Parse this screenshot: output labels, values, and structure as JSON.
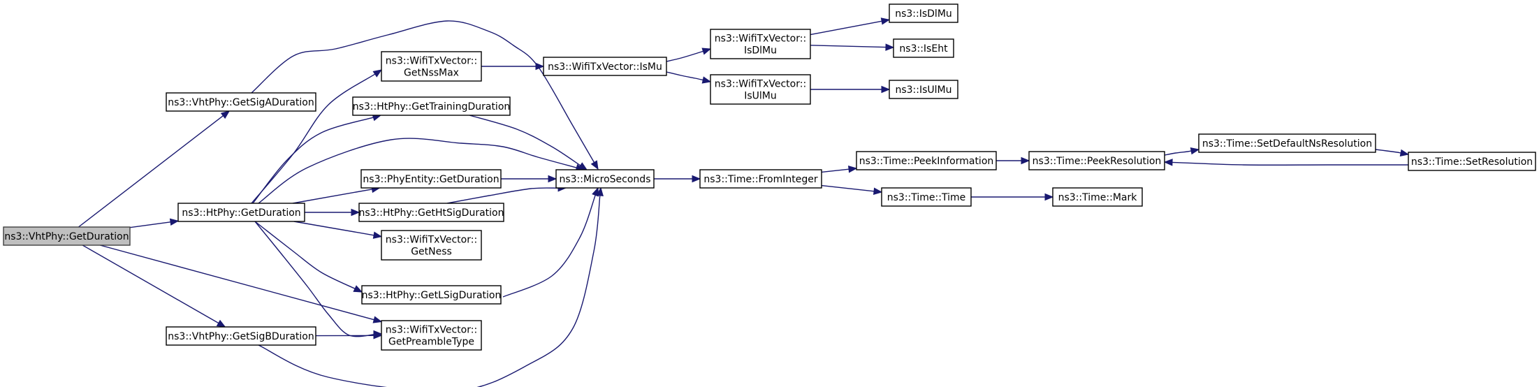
{
  "diagram": {
    "type": "call-graph",
    "edge_color": "#191970",
    "root_fill": "#bfbfbf",
    "nodes": [
      {
        "id": "vht_getduration",
        "lines": [
          "ns3::VhtPhy::GetDuration"
        ],
        "root": true
      },
      {
        "id": "vht_getsigaduration",
        "lines": [
          "ns3::VhtPhy::GetSigADuration"
        ]
      },
      {
        "id": "ht_getduration",
        "lines": [
          "ns3::HtPhy::GetDuration"
        ]
      },
      {
        "id": "vht_getsigbduration",
        "lines": [
          "ns3::VhtPhy::GetSigBDuration"
        ]
      },
      {
        "id": "txv_getnssmax",
        "lines": [
          "ns3::WifiTxVector::",
          "GetNssMax"
        ]
      },
      {
        "id": "ht_gettrainingduration",
        "lines": [
          "ns3::HtPhy::GetTrainingDuration"
        ]
      },
      {
        "id": "phyentity_getduration",
        "lines": [
          "ns3::PhyEntity::GetDuration"
        ]
      },
      {
        "id": "ht_gethtsigduration",
        "lines": [
          "ns3::HtPhy::GetHtSigDuration"
        ]
      },
      {
        "id": "txv_getness",
        "lines": [
          "ns3::WifiTxVector::",
          "GetNess"
        ]
      },
      {
        "id": "ht_getlsigduration",
        "lines": [
          "ns3::HtPhy::GetLSigDuration"
        ]
      },
      {
        "id": "txv_getpreambletype",
        "lines": [
          "ns3::WifiTxVector::",
          "GetPreambleType"
        ]
      },
      {
        "id": "microseconds",
        "lines": [
          "ns3::MicroSeconds"
        ]
      },
      {
        "id": "txv_ismu",
        "lines": [
          "ns3::WifiTxVector::IsMu"
        ]
      },
      {
        "id": "txv_isdlmu",
        "lines": [
          "ns3::WifiTxVector::",
          "IsDlMu"
        ]
      },
      {
        "id": "txv_isulmu",
        "lines": [
          "ns3::WifiTxVector::",
          "IsUlMu"
        ]
      },
      {
        "id": "isdlmu",
        "lines": [
          "ns3::IsDlMu"
        ]
      },
      {
        "id": "iseht",
        "lines": [
          "ns3::IsEht"
        ]
      },
      {
        "id": "isulmu",
        "lines": [
          "ns3::IsUlMu"
        ]
      },
      {
        "id": "time_frominteger",
        "lines": [
          "ns3::Time::FromInteger"
        ]
      },
      {
        "id": "time_peekinformation",
        "lines": [
          "ns3::Time::PeekInformation"
        ]
      },
      {
        "id": "time_time",
        "lines": [
          "ns3::Time::Time"
        ]
      },
      {
        "id": "time_peekresolution",
        "lines": [
          "ns3::Time::PeekResolution"
        ]
      },
      {
        "id": "time_mark",
        "lines": [
          "ns3::Time::Mark"
        ]
      },
      {
        "id": "time_setdefaultnsresolution",
        "lines": [
          "ns3::Time::SetDefaultNsResolution"
        ]
      },
      {
        "id": "time_setresolution",
        "lines": [
          "ns3::Time::SetResolution"
        ]
      }
    ],
    "edges": [
      {
        "from": "vht_getduration",
        "to": "vht_getsigaduration"
      },
      {
        "from": "vht_getduration",
        "to": "ht_getduration"
      },
      {
        "from": "vht_getduration",
        "to": "txv_getpreambletype"
      },
      {
        "from": "vht_getduration",
        "to": "vht_getsigbduration"
      },
      {
        "from": "vht_getsigaduration",
        "to": "microseconds"
      },
      {
        "from": "ht_getduration",
        "to": "txv_getnssmax"
      },
      {
        "from": "ht_getduration",
        "to": "ht_gettrainingduration"
      },
      {
        "from": "ht_getduration",
        "to": "microseconds"
      },
      {
        "from": "ht_getduration",
        "to": "phyentity_getduration"
      },
      {
        "from": "ht_getduration",
        "to": "ht_gethtsigduration"
      },
      {
        "from": "ht_getduration",
        "to": "txv_getness"
      },
      {
        "from": "ht_getduration",
        "to": "ht_getlsigduration"
      },
      {
        "from": "ht_getduration",
        "to": "txv_getpreambletype"
      },
      {
        "from": "vht_getsigbduration",
        "to": "txv_getpreambletype"
      },
      {
        "from": "vht_getsigbduration",
        "to": "microseconds"
      },
      {
        "from": "txv_getnssmax",
        "to": "txv_ismu"
      },
      {
        "from": "ht_gettrainingduration",
        "to": "microseconds"
      },
      {
        "from": "phyentity_getduration",
        "to": "microseconds"
      },
      {
        "from": "ht_gethtsigduration",
        "to": "microseconds"
      },
      {
        "from": "ht_getlsigduration",
        "to": "microseconds"
      },
      {
        "from": "txv_ismu",
        "to": "txv_isdlmu"
      },
      {
        "from": "txv_ismu",
        "to": "txv_isulmu"
      },
      {
        "from": "txv_isdlmu",
        "to": "isdlmu"
      },
      {
        "from": "txv_isdlmu",
        "to": "iseht"
      },
      {
        "from": "txv_isulmu",
        "to": "isulmu"
      },
      {
        "from": "microseconds",
        "to": "time_frominteger"
      },
      {
        "from": "time_frominteger",
        "to": "time_peekinformation"
      },
      {
        "from": "time_frominteger",
        "to": "time_time"
      },
      {
        "from": "time_peekinformation",
        "to": "time_peekresolution"
      },
      {
        "from": "time_time",
        "to": "time_mark"
      },
      {
        "from": "time_peekresolution",
        "to": "time_setdefaultnsresolution"
      },
      {
        "from": "time_setdefaultnsresolution",
        "to": "time_setresolution"
      },
      {
        "from": "time_setresolution",
        "to": "time_peekresolution"
      }
    ]
  }
}
